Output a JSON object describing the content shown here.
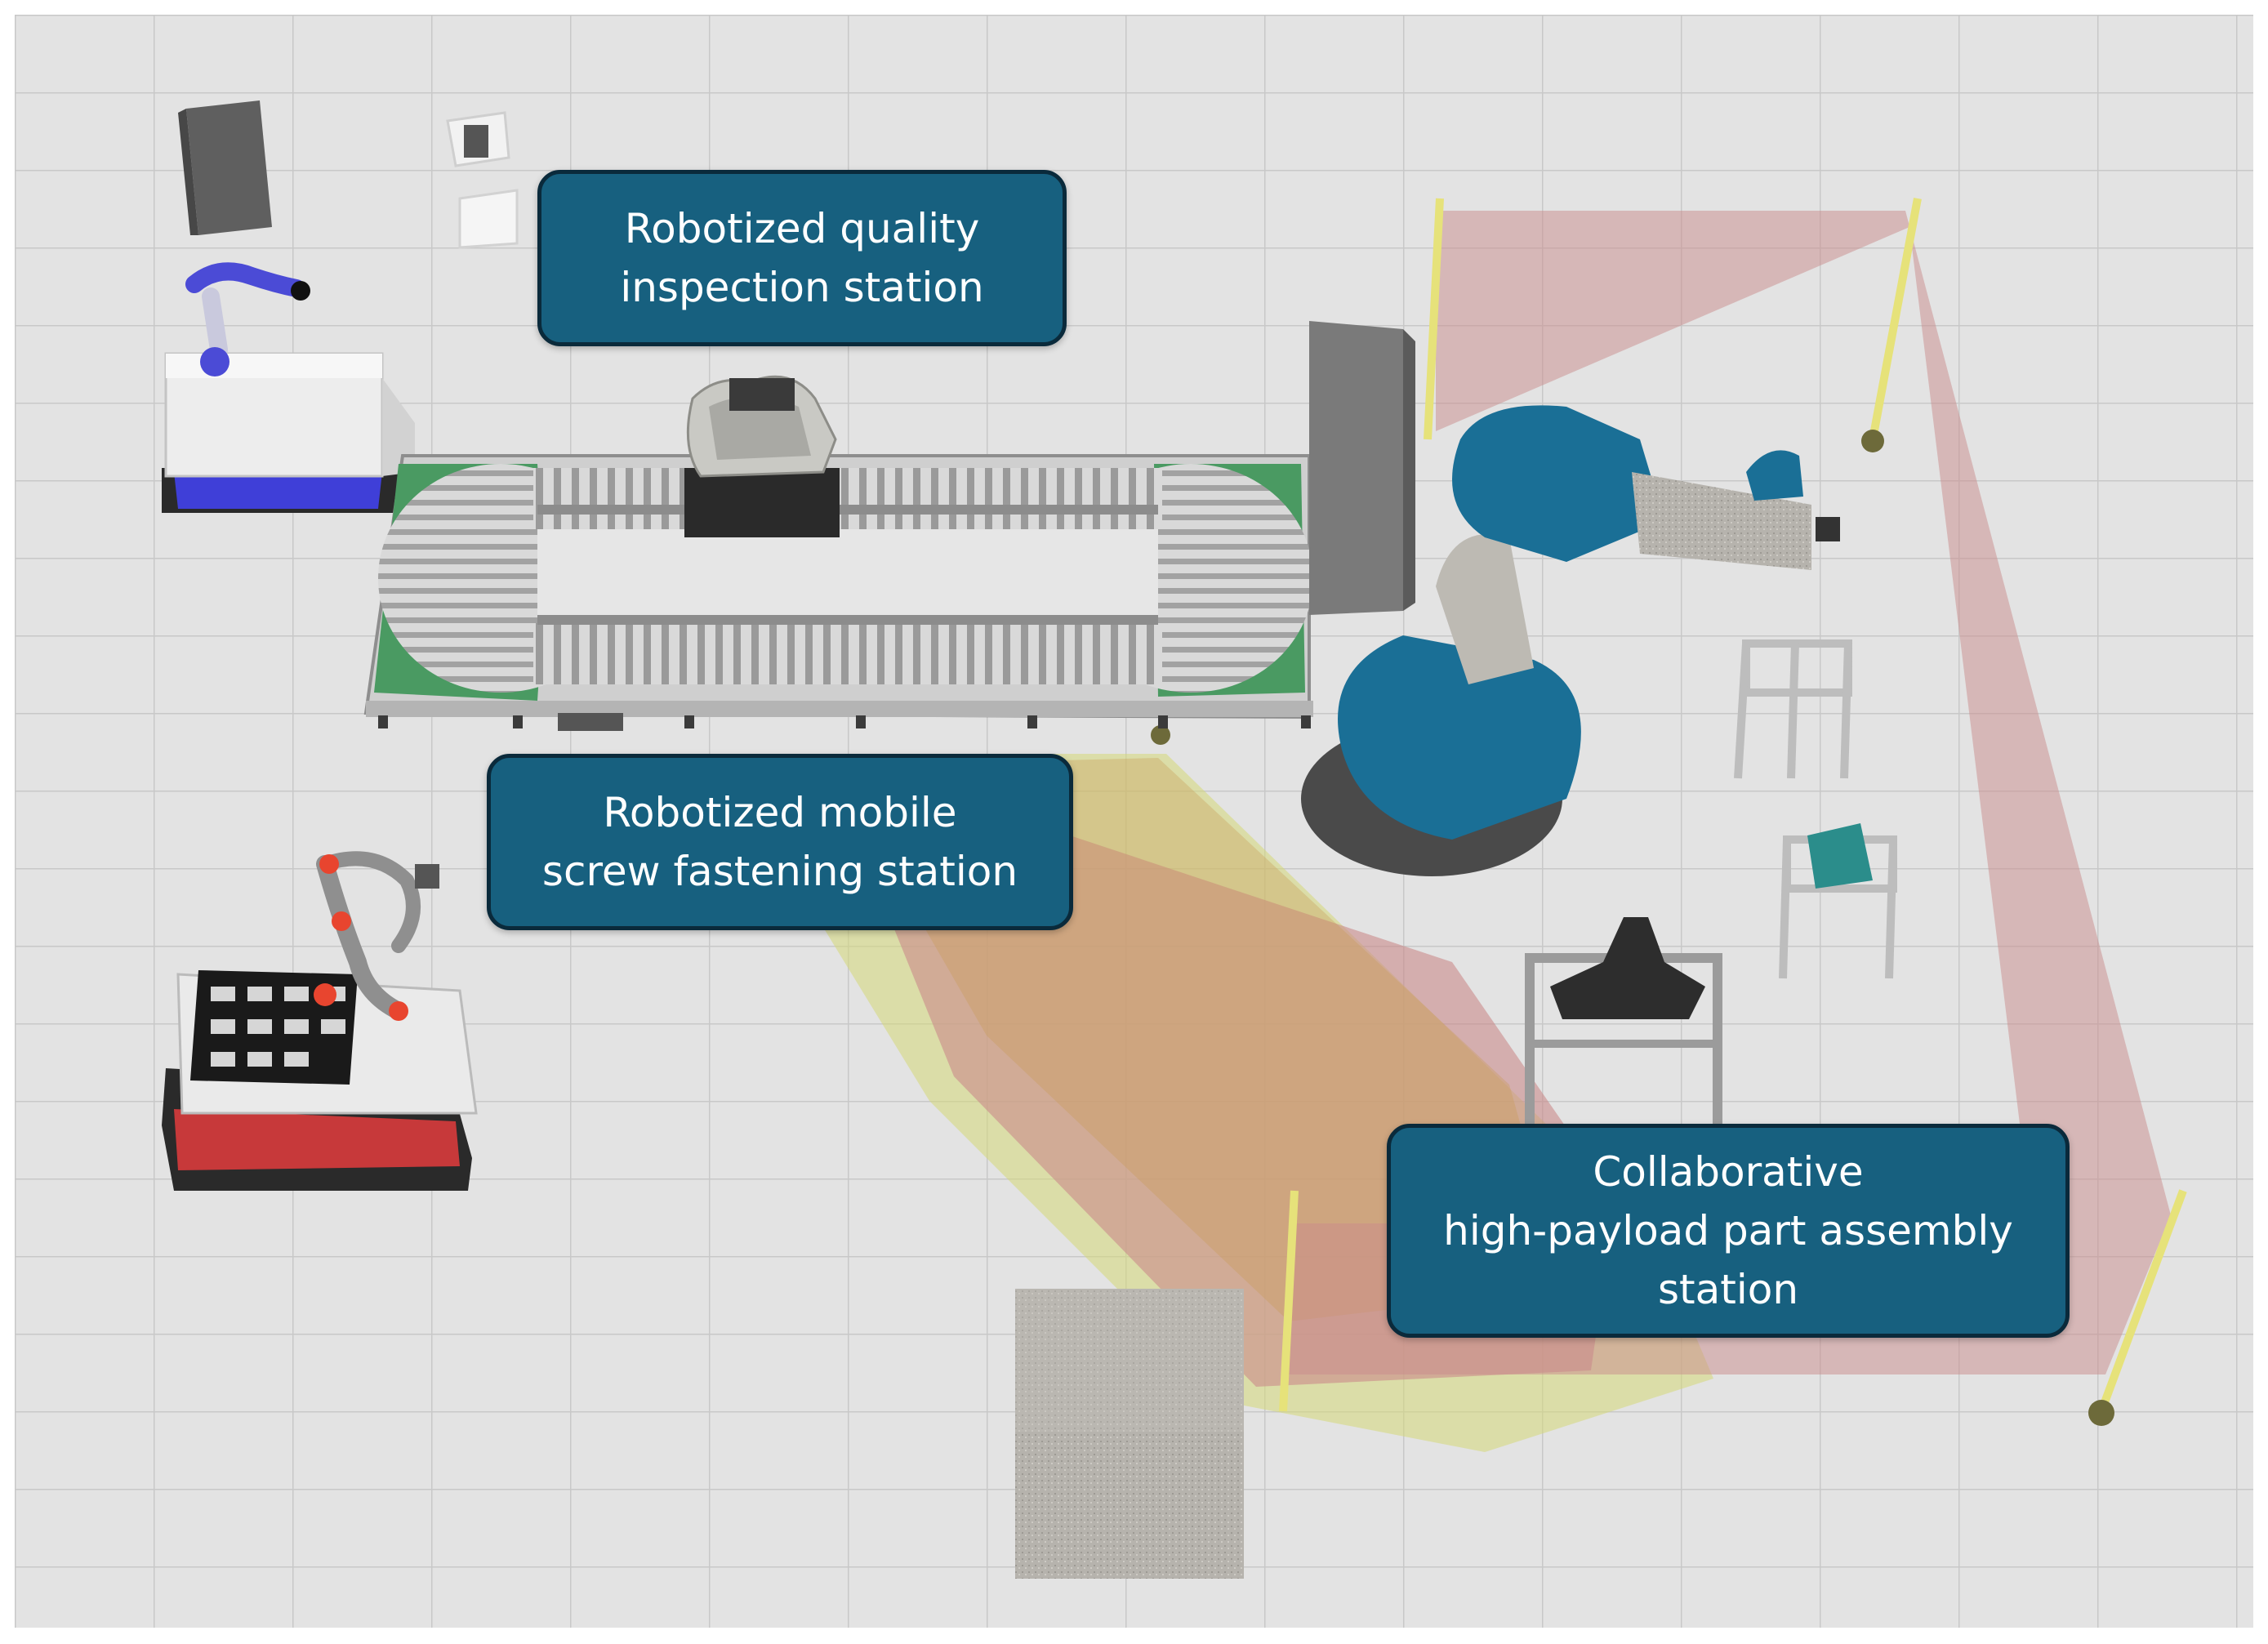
{
  "scene": {
    "callouts": {
      "quality_inspection": {
        "lines": [
          "Robotized quality",
          "inspection station"
        ]
      },
      "screw_fastening": {
        "lines": [
          "Robotized mobile",
          "screw fastening station"
        ]
      },
      "assembly": {
        "lines": [
          "Collaborative",
          "high-payload part assembly",
          "station"
        ]
      }
    },
    "colors": {
      "floor": "#e3e3e3",
      "grid": "#c9c9c9",
      "callout_fill": "#17607f",
      "callout_border": "#0a2a3b",
      "callout_text": "#ffffff",
      "robot_blue": "#1a6f96",
      "safety_zone_red": "#c98b8b",
      "safety_zone_yellow": "#d6d878",
      "conveyor_green": "#4a9a62",
      "mobile_base_red": "#c7393a",
      "mobile_base_blue": "#3f3fd8"
    }
  }
}
